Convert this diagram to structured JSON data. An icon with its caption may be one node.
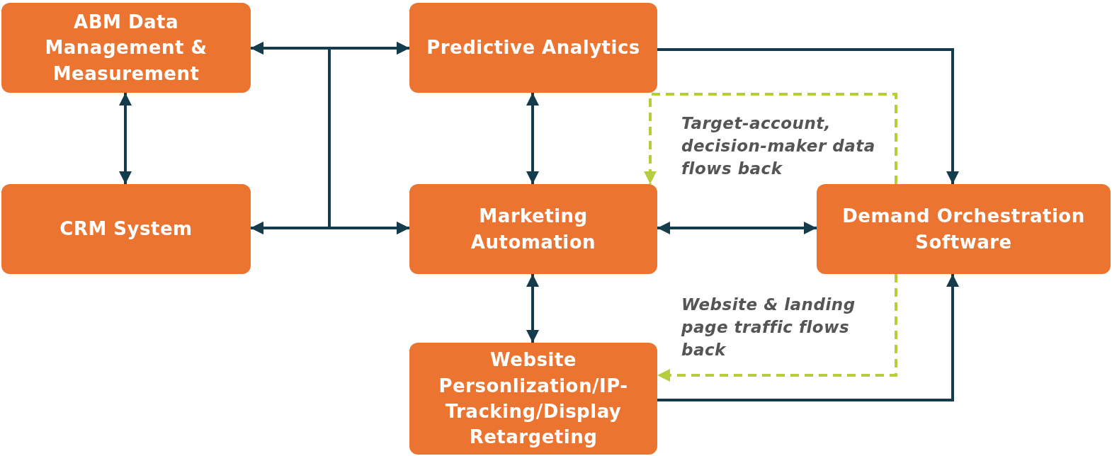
{
  "diagram": {
    "nodes": [
      {
        "text": [
          "ABM Data Management & Measurement"
        ]
      },
      {
        "text": [
          "Predictive Analytics"
        ]
      },
      {
        "text": [
          "CRM System"
        ]
      },
      {
        "text": [
          "Marketing Automation"
        ]
      },
      {
        "text": [
          "Demand Orchestration Software"
        ]
      },
      {
        "text": [
          "Website Personlization/IP-Tracking/Display Retargeting"
        ]
      }
    ],
    "edges": [
      {
        "from": 0,
        "to": 2,
        "arrow": "both"
      },
      {
        "from": 0,
        "to": 1,
        "arrow": "both"
      },
      {
        "from": 0,
        "to": 3,
        "arrow": "both"
      },
      {
        "from": 2,
        "to": 1,
        "arrow": "both"
      },
      {
        "from": 2,
        "to": 3,
        "arrow": "both"
      },
      {
        "from": 1,
        "to": 3,
        "arrow": "both"
      },
      {
        "from": 3,
        "to": 4,
        "arrow": "both"
      },
      {
        "from": 3,
        "to": 5,
        "arrow": "both"
      },
      {
        "from": 1,
        "to": 4,
        "arrow": "to"
      },
      {
        "from": 5,
        "to": 4,
        "arrow": "to"
      },
      {
        "from": 4,
        "to": 3,
        "arrow": "to",
        "label": "Target-account, decision-maker data flows back",
        "style": "dashed",
        "color": "#b5cf3c"
      },
      {
        "from": 4,
        "to": 5,
        "arrow": "to",
        "label": "Website & landing page traffic flows back",
        "style": "dashed",
        "color": "#b5cf3c"
      }
    ]
  }
}
